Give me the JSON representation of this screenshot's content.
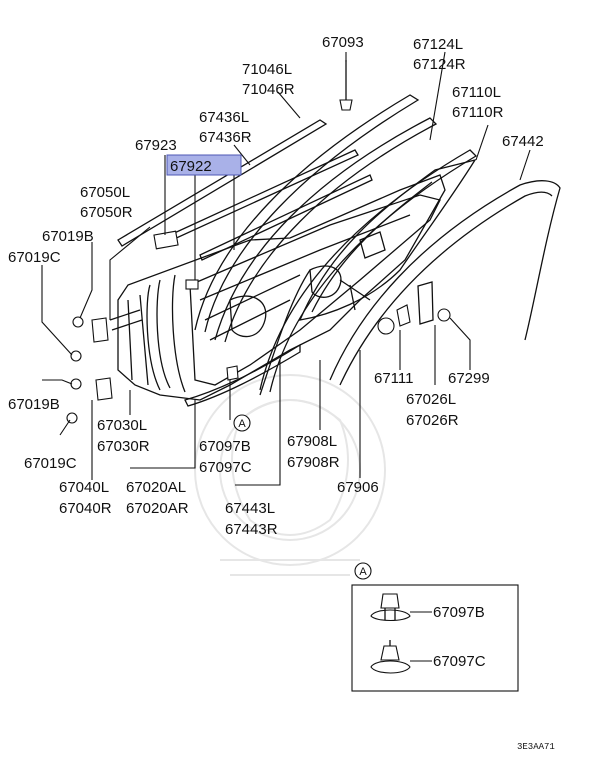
{
  "labels": {
    "p67093": "67093",
    "p67124L": "67124L",
    "p67124R": "67124R",
    "p71046L": "71046L",
    "p71046R": "71046R",
    "p67110L": "67110L",
    "p67110R": "67110R",
    "p67436L": "67436L",
    "p67436R": "67436R",
    "p67442": "67442",
    "p67923": "67923",
    "p67922": "67922",
    "p67050L": "67050L",
    "p67050R": "67050R",
    "p67019B_a": "67019B",
    "p67019C_a": "67019C",
    "p67019B_b": "67019B",
    "p67019C_b": "67019C",
    "p67030L": "67030L",
    "p67030R": "67030R",
    "p67097B": "67097B",
    "p67097C": "67097C",
    "p67908L": "67908L",
    "p67908R": "67908R",
    "p67111": "67111",
    "p67299": "67299",
    "p67026L": "67026L",
    "p67026R": "67026R",
    "p67906": "67906",
    "p67040L": "67040L",
    "p67040R": "67040R",
    "p67020AL": "67020AL",
    "p67020AR": "67020AR",
    "p67443L": "67443L",
    "p67443R": "67443R",
    "circleA_main": "A",
    "circleA_detail": "A",
    "detail_67097B": "67097B",
    "detail_67097C": "67097C",
    "diagram_code": "3E3AA71"
  },
  "highlight": {
    "part": "67922",
    "fill_color": "#a9b1e8",
    "border_color": "#4d57b5"
  }
}
